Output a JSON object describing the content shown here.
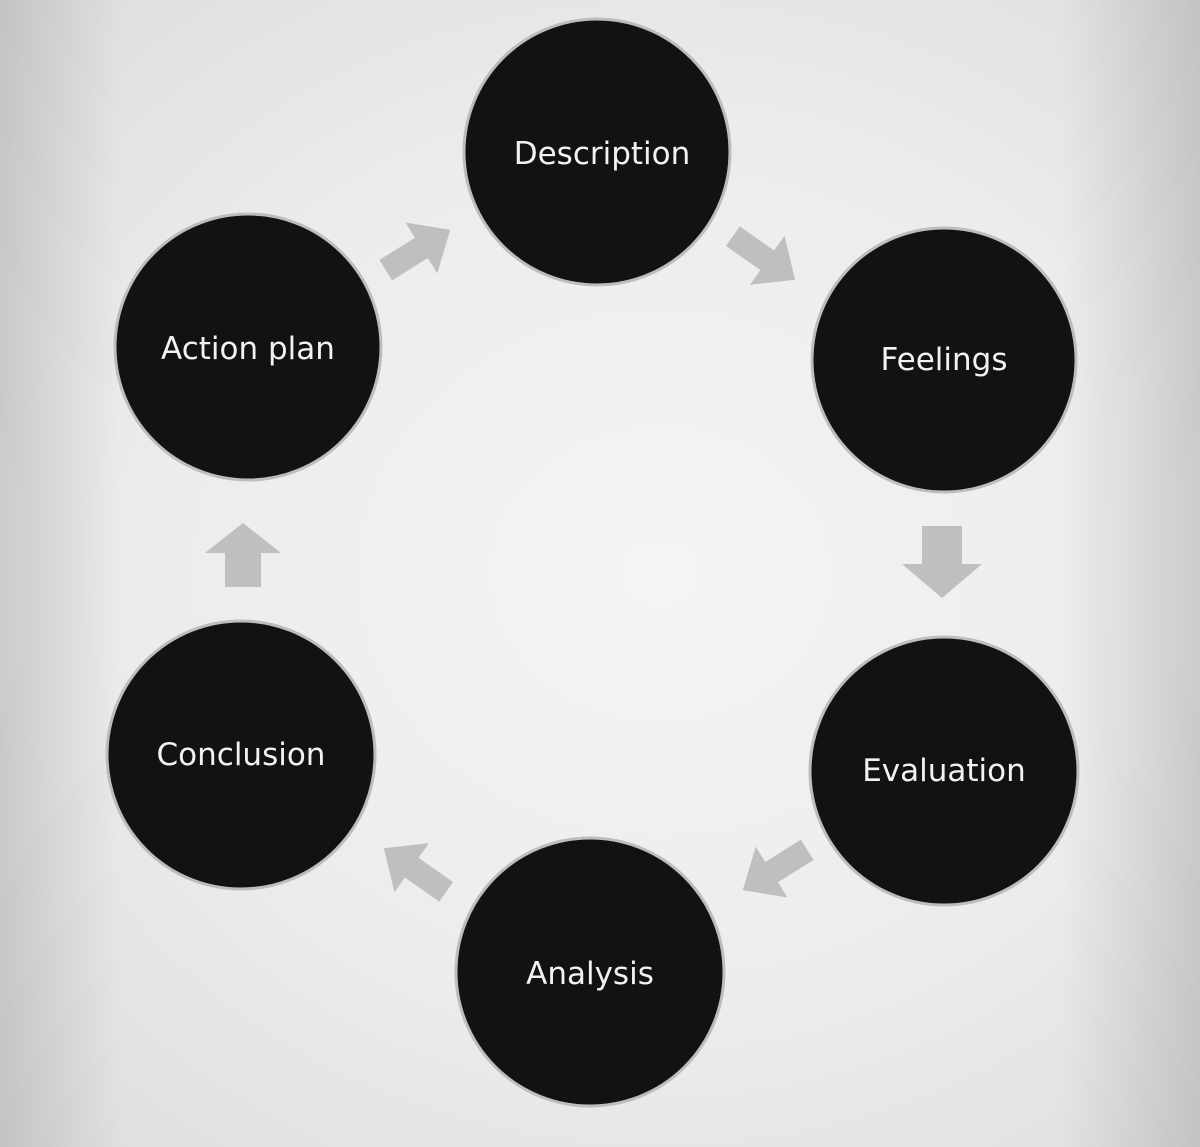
{
  "diagram": {
    "type": "cycle",
    "direction": "clockwise",
    "nodes": [
      {
        "id": "description",
        "label": "Description"
      },
      {
        "id": "feelings",
        "label": "Feelings"
      },
      {
        "id": "evaluation",
        "label": "Evaluation"
      },
      {
        "id": "analysis",
        "label": "Analysis"
      },
      {
        "id": "conclusion",
        "label": "Conclusion"
      },
      {
        "id": "action-plan",
        "label": "Action plan"
      }
    ],
    "edges": [
      {
        "from": "description",
        "to": "feelings"
      },
      {
        "from": "feelings",
        "to": "evaluation"
      },
      {
        "from": "evaluation",
        "to": "analysis"
      },
      {
        "from": "analysis",
        "to": "conclusion"
      },
      {
        "from": "conclusion",
        "to": "action-plan"
      },
      {
        "from": "action-plan",
        "to": "description"
      }
    ],
    "colors": {
      "node_fill": "#121212",
      "node_text": "#f2f2f2",
      "arrow_fill": "#bfbfbf",
      "background": "#ececec"
    }
  }
}
